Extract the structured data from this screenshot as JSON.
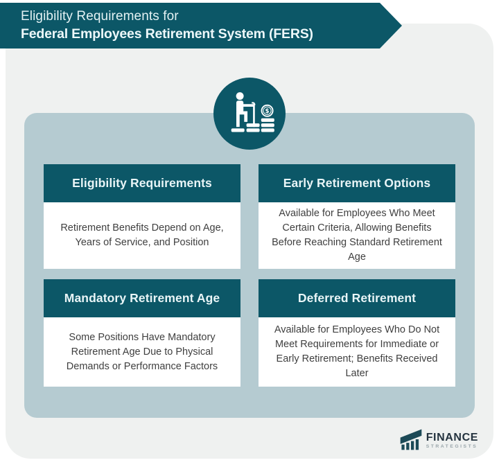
{
  "banner": {
    "line1": "Eligibility Requirements for",
    "line2": "Federal Employees Retirement System (FERS)"
  },
  "hero_icon": "retirement-person-with-cane-and-coins-icon",
  "cards": [
    {
      "title": "Eligibility Requirements",
      "body": "Retirement Benefits Depend on Age, Years of Service, and Position"
    },
    {
      "title": "Early Retirement Options",
      "body": "Available for Employees Who Meet Certain Criteria, Allowing Benefits Before Reaching Standard Retirement Age"
    },
    {
      "title": "Mandatory Retirement Age",
      "body": "Some Positions Have Mandatory Retirement Age Due to Physical Demands or Performance Factors"
    },
    {
      "title": "Deferred Retirement",
      "body": "Available for Employees Who Do Not Meet Requirements for Immediate or Early Retirement; Benefits Received Later"
    }
  ],
  "logo": {
    "primary": "FINANCE",
    "secondary": "STRATEGISTS"
  },
  "colors": {
    "teal": "#0C5767",
    "panel_blue": "#B5CBD1",
    "background_gray": "#EFF1F0",
    "card_white": "#FFFFFF",
    "body_text": "#3F3F3F",
    "header_text": "#E9F5F7",
    "logo_navy": "#24333F",
    "logo_gray": "#9AA6AB"
  }
}
